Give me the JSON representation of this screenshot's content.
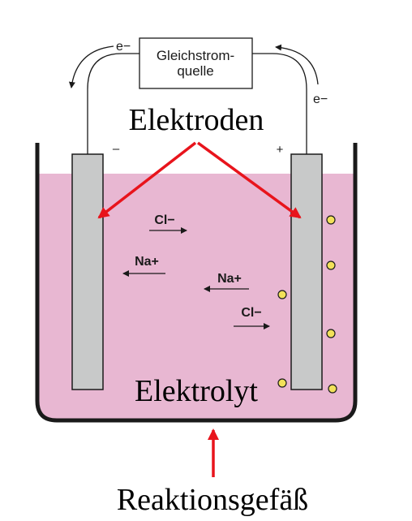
{
  "power_source": {
    "line1": "Gleichstrom-",
    "line2": "quelle"
  },
  "electron_left": "e−",
  "electron_right": "e−",
  "electrodes_label": "Elektroden",
  "polarity": {
    "cathode": "–",
    "anode": "+"
  },
  "ions": {
    "cl_1": "Cl−",
    "na_1": "Na+",
    "na_2": "Na+",
    "cl_2": "Cl−"
  },
  "electrolyte_label": "Elektrolyt",
  "vessel_label": "Reaktionsgefäß",
  "colors": {
    "electrolyte": "#e8b7d2",
    "electrode": "#c8c9c9",
    "annotation_arrow": "#e8141c",
    "gas_bubble": "#f2e15a",
    "outline": "#1a1a1a"
  }
}
